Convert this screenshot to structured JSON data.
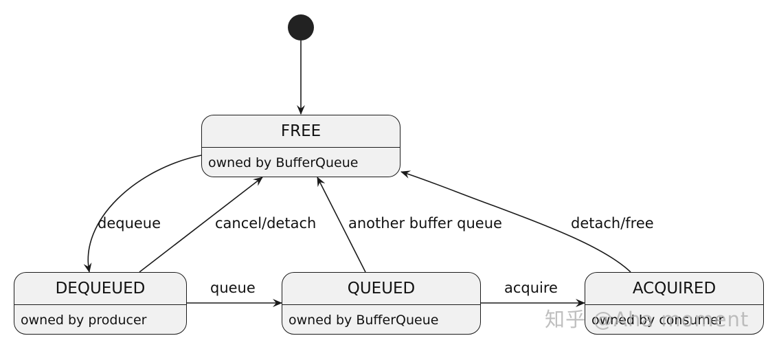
{
  "states": {
    "free": {
      "title": "FREE",
      "desc": "owned by BufferQueue"
    },
    "dequeued": {
      "title": "DEQUEUED",
      "desc": "owned by producer"
    },
    "queued": {
      "title": "QUEUED",
      "desc": "owned by BufferQueue"
    },
    "acquired": {
      "title": "ACQUIRED",
      "desc": "owned by consumer"
    }
  },
  "transitions": {
    "dequeue": "dequeue",
    "cancel_detach": "cancel/detach",
    "another_buffer_queue": "another buffer queue",
    "detach_free": "detach/free",
    "queue": "queue",
    "acquire": "acquire"
  },
  "watermark": "知乎 @Aha moment"
}
